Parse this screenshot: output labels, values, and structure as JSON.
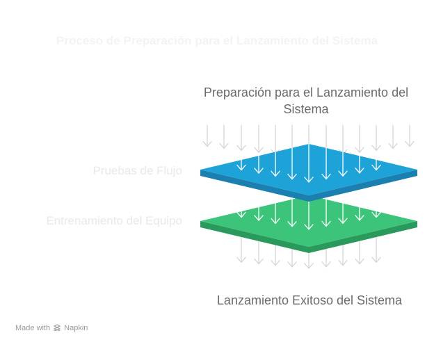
{
  "title": "Proceso de Preparación para el Lanzamiento del Sistema",
  "top_label": "Preparación para el Lanzamiento del Sistema",
  "layers": [
    {
      "label": "Pruebas de Flujo",
      "color": "#1ea3d8",
      "edge_color": "#1b7fb0"
    },
    {
      "label": "Entrenamiento del Equipo",
      "color": "#3cc47a",
      "edge_color": "#2a9a5c"
    }
  ],
  "bottom_label": "Lanzamiento Exitoso del Sistema",
  "watermark": {
    "prefix": "Made with",
    "brand": "Napkin",
    "icon": "napkin-logo-icon"
  }
}
